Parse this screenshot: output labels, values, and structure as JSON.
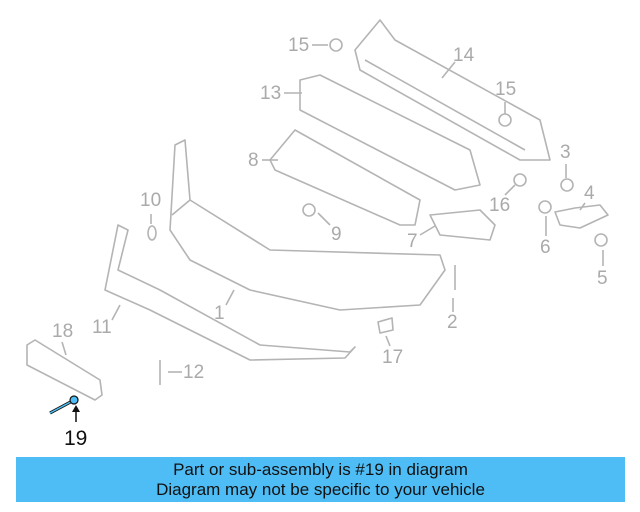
{
  "diagram": {
    "callouts": [
      {
        "id": "c15a",
        "label": "15"
      },
      {
        "id": "c14",
        "label": "14"
      },
      {
        "id": "c13",
        "label": "13"
      },
      {
        "id": "c15b",
        "label": "15"
      },
      {
        "id": "c8",
        "label": "8"
      },
      {
        "id": "c3",
        "label": "3"
      },
      {
        "id": "c10",
        "label": "10"
      },
      {
        "id": "c16",
        "label": "16"
      },
      {
        "id": "c4",
        "label": "4"
      },
      {
        "id": "c9",
        "label": "9"
      },
      {
        "id": "c7",
        "label": "7"
      },
      {
        "id": "c6",
        "label": "6"
      },
      {
        "id": "c5",
        "label": "5"
      },
      {
        "id": "c2",
        "label": "2"
      },
      {
        "id": "c1",
        "label": "1"
      },
      {
        "id": "c11",
        "label": "11"
      },
      {
        "id": "c18",
        "label": "18"
      },
      {
        "id": "c17",
        "label": "17"
      },
      {
        "id": "c12",
        "label": "12"
      },
      {
        "id": "c19",
        "label": "19"
      }
    ],
    "highlighted_part": "19",
    "highlight_color": "#4fbdf5",
    "line_color": "#b0b0b0"
  },
  "banner": {
    "line1": "Part or sub-assembly is #19 in diagram",
    "line2": "Diagram may not be specific to your vehicle",
    "background": "#4fbdf5"
  }
}
